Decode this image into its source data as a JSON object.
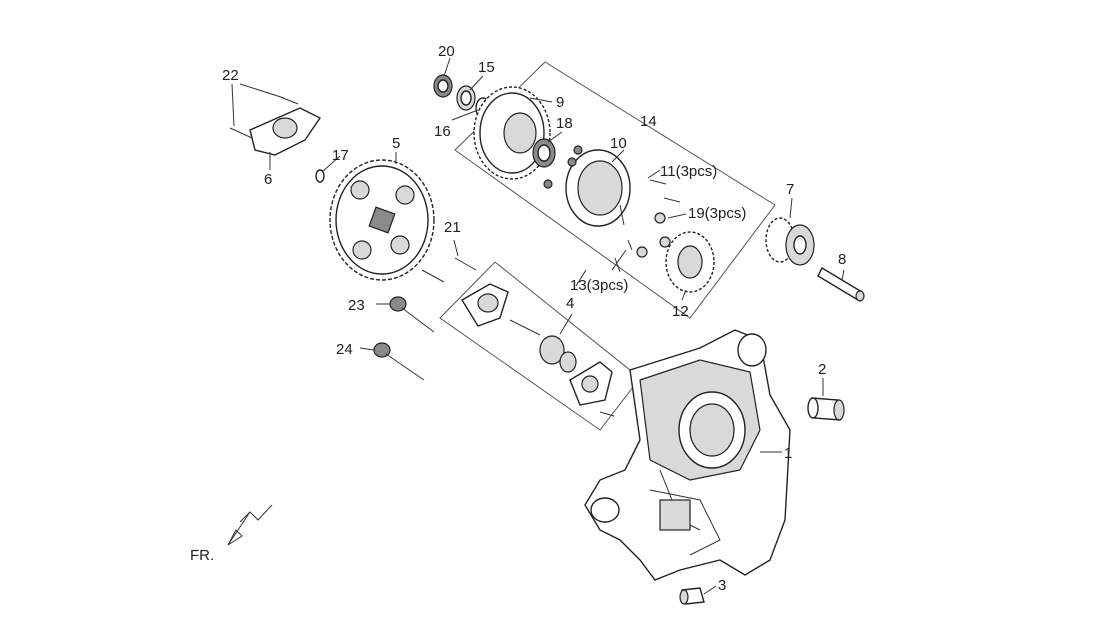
{
  "labels": {
    "l1": "1",
    "l2": "2",
    "l3": "3",
    "l4": "4",
    "l5": "5",
    "l6": "6",
    "l7": "7",
    "l8": "8",
    "l9": "9",
    "l10": "10",
    "l11": "11(3pcs)",
    "l12": "12",
    "l13": "13(3pcs)",
    "l14": "14",
    "l15": "15",
    "l16": "16",
    "l17": "17",
    "l18": "18",
    "l19": "19(3pcs)",
    "l20": "20",
    "l21": "21",
    "l22": "22",
    "l23": "23",
    "l24": "24",
    "fr": "FR."
  }
}
